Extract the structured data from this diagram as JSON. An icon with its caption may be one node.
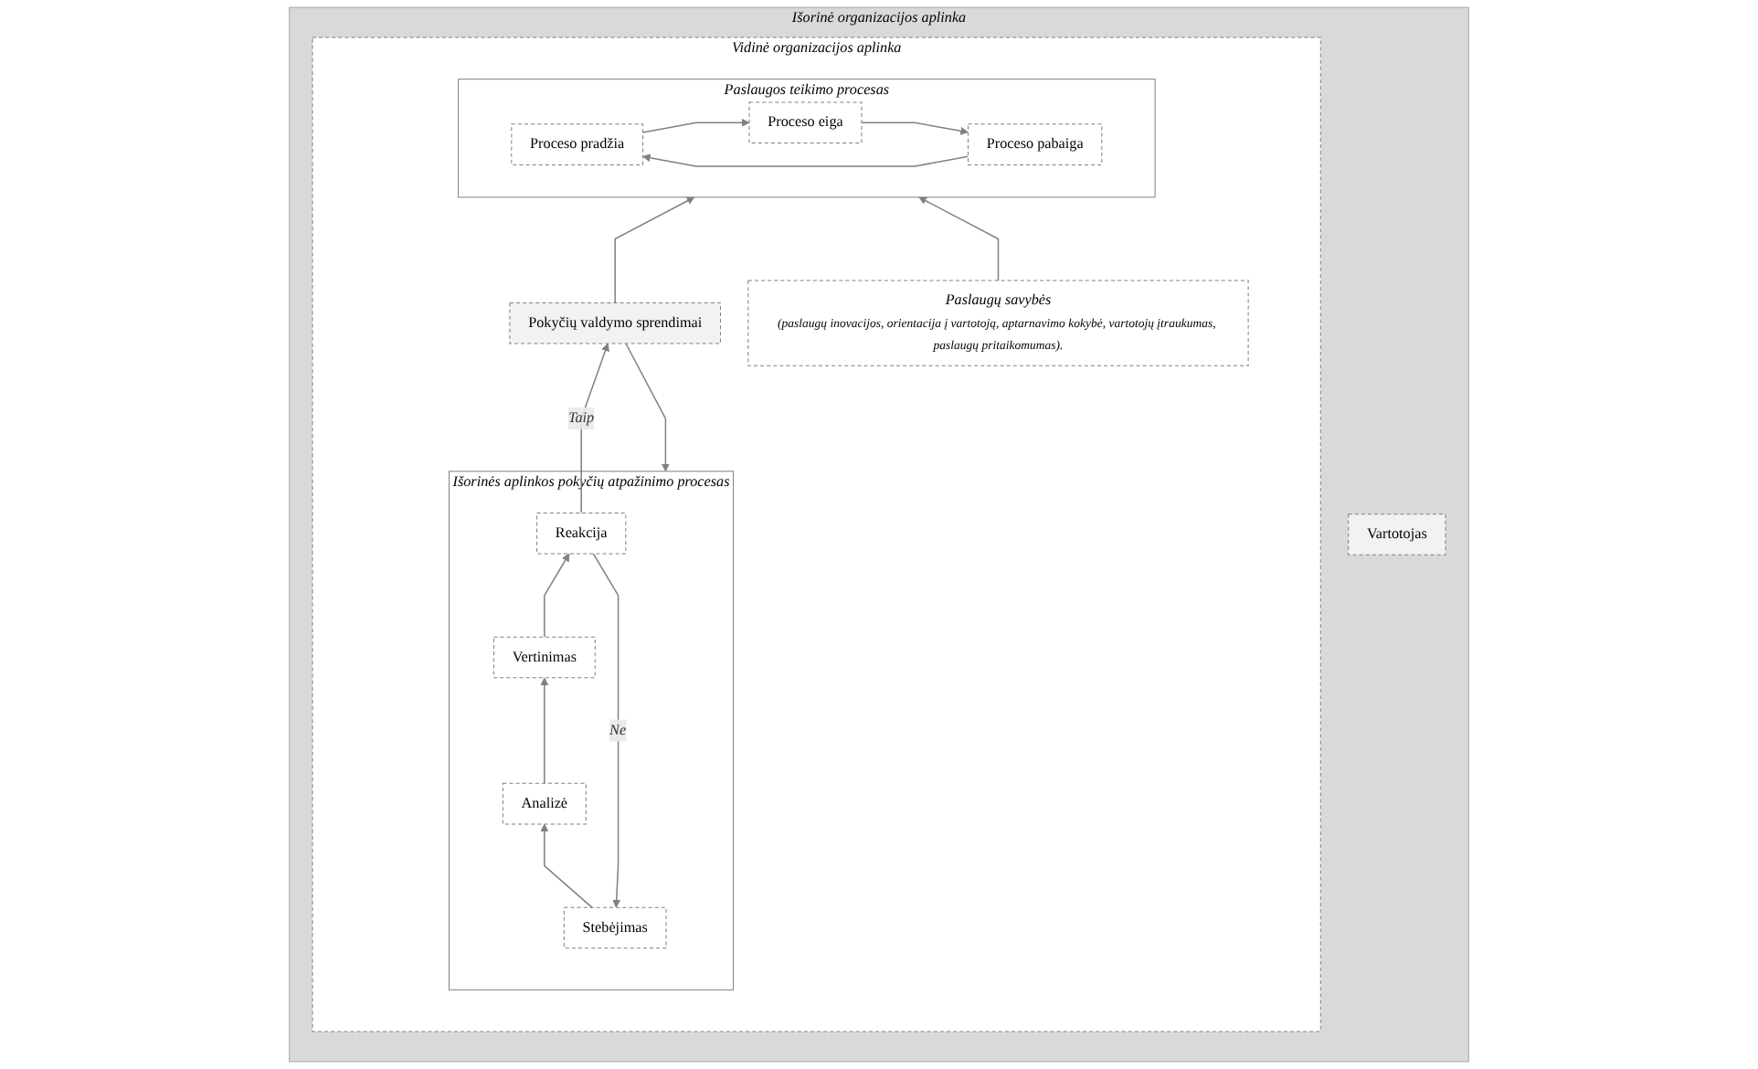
{
  "diagram": {
    "nodes": [
      {
        "text": [
          "Išorinė organizacijos aplinka"
        ]
      },
      {
        "text": [
          "Vartotojas"
        ],
        "in": 0
      },
      {
        "text": [
          "Vidinė organizacijos aplinka"
        ],
        "in": 0
      },
      {
        "text": [
          "Paslaugos teikimo procesas"
        ],
        "in": 2
      },
      {
        "text": [
          "Proceso pradžia"
        ],
        "in": 3
      },
      {
        "text": [
          "Proceso eiga"
        ],
        "in": 3
      },
      {
        "text": [
          "Proceso pabaiga"
        ],
        "in": 3
      },
      {
        "text": [
          "Paslaugų savybės",
          "(paslaugų inovacijos, orientacija į vartotoją, aptarnavimo kokybė, vartotojų įtraukumas, paslaugų pritaikomumas)."
        ],
        "in": 2
      },
      {
        "text": [
          "Pokyčių valdymo sprendimai"
        ],
        "in": 2
      },
      {
        "text": [
          "Išorinės aplinkos pokyčių atpažinimo procesas"
        ],
        "in": 2
      },
      {
        "text": [
          "Stebėjimas"
        ],
        "in": 9
      },
      {
        "text": [
          "Analizė"
        ],
        "in": 9
      },
      {
        "text": [
          "Vertinimas"
        ],
        "in": 9
      },
      {
        "text": [
          "Reakcija"
        ],
        "in": 9
      }
    ],
    "edges": [
      {
        "from": 4,
        "to": 5,
        "arrow": "to"
      },
      {
        "from": 5,
        "to": 6,
        "arrow": "to"
      },
      {
        "from": 6,
        "to": 4,
        "arrow": "to"
      },
      {
        "from": 8,
        "to": 3,
        "arrow": "to"
      },
      {
        "from": 7,
        "to": 3,
        "arrow": "to"
      },
      {
        "from": 8,
        "to": 9,
        "arrow": "to"
      },
      {
        "from": 10,
        "to": 11,
        "arrow": "to"
      },
      {
        "from": 11,
        "to": 12,
        "arrow": "to"
      },
      {
        "from": 12,
        "to": 13,
        "arrow": "to"
      },
      {
        "from": 13,
        "to": 8,
        "label": "Taip",
        "arrow": "to"
      },
      {
        "from": 13,
        "to": 10,
        "label": "Ne",
        "arrow": "to"
      }
    ]
  }
}
